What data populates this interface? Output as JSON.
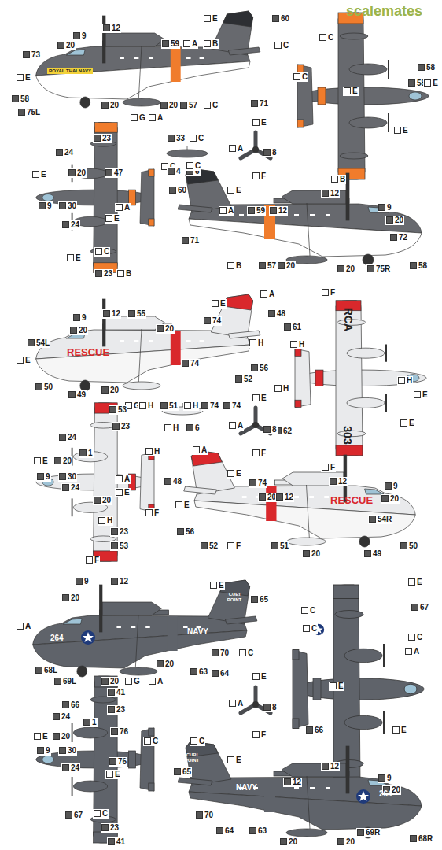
{
  "diagram": {
    "labels": [
      "E",
      "60",
      "12",
      "9",
      "20",
      "73",
      "59",
      "A",
      "B",
      "C",
      "E",
      "58",
      "75L",
      "20",
      "20",
      "57",
      "C",
      "71",
      "G",
      "A",
      "ROYAL THAI NAVY",
      "C",
      "C",
      "58",
      "58",
      "E",
      "E",
      "E",
      "B",
      "23",
      "24",
      "20",
      "47",
      "E",
      "C",
      "9",
      "30",
      "A",
      "24",
      "E",
      "C",
      "E",
      "23",
      "B",
      "33",
      "C",
      "4",
      "6",
      "E",
      "A",
      "8",
      "F",
      "C",
      "60",
      "E",
      "12",
      "9",
      "A",
      "59",
      "12",
      "20",
      "72",
      "71",
      "B",
      "57",
      "20",
      "20",
      "75R",
      "58",
      "E",
      "A",
      "48",
      "9",
      "12",
      "55",
      "20",
      "20",
      "74",
      "H",
      "54L",
      "E",
      "74",
      "56",
      "52",
      "50",
      "49",
      "20",
      "G",
      "H",
      "51",
      "H",
      "74",
      "74",
      "RESCUE",
      "F",
      "61",
      "H",
      "H",
      "H",
      "E",
      "E",
      "62",
      "F",
      "RCA",
      "303",
      "53",
      "23",
      "24",
      "1",
      "H",
      "E",
      "20",
      "9",
      "30",
      "A",
      "24",
      "E",
      "20",
      "F",
      "H",
      "23",
      "53",
      "F",
      "H",
      "6",
      "E",
      "A",
      "8",
      "F",
      "A",
      "48",
      "E",
      "74",
      "12",
      "9",
      "E",
      "20",
      "12",
      "20",
      "54R",
      "56",
      "52",
      "F",
      "51",
      "20",
      "49",
      "50",
      "RESCUE",
      "9",
      "12",
      "E",
      "65",
      "20",
      "A",
      "20",
      "70",
      "C",
      "63",
      "64",
      "68L",
      "69L",
      "20",
      "G",
      "A",
      "NAVY",
      "264",
      "CUBI POINT",
      "E",
      "C",
      "67",
      "C",
      "C",
      "A",
      "E",
      "66",
      "E",
      "41",
      "23",
      "66",
      "24",
      "1",
      "76",
      "E",
      "20",
      "C",
      "9",
      "30",
      "24",
      "76",
      "E",
      "C",
      "67",
      "23",
      "41",
      "E",
      "A",
      "8",
      "F",
      "C",
      "E",
      "65",
      "12",
      "9",
      "12",
      "20",
      "70",
      "64",
      "63",
      "20",
      "20",
      "69R",
      "68R",
      "NAVY",
      "264",
      "CUBI POINT",
      "scalemates"
    ]
  }
}
